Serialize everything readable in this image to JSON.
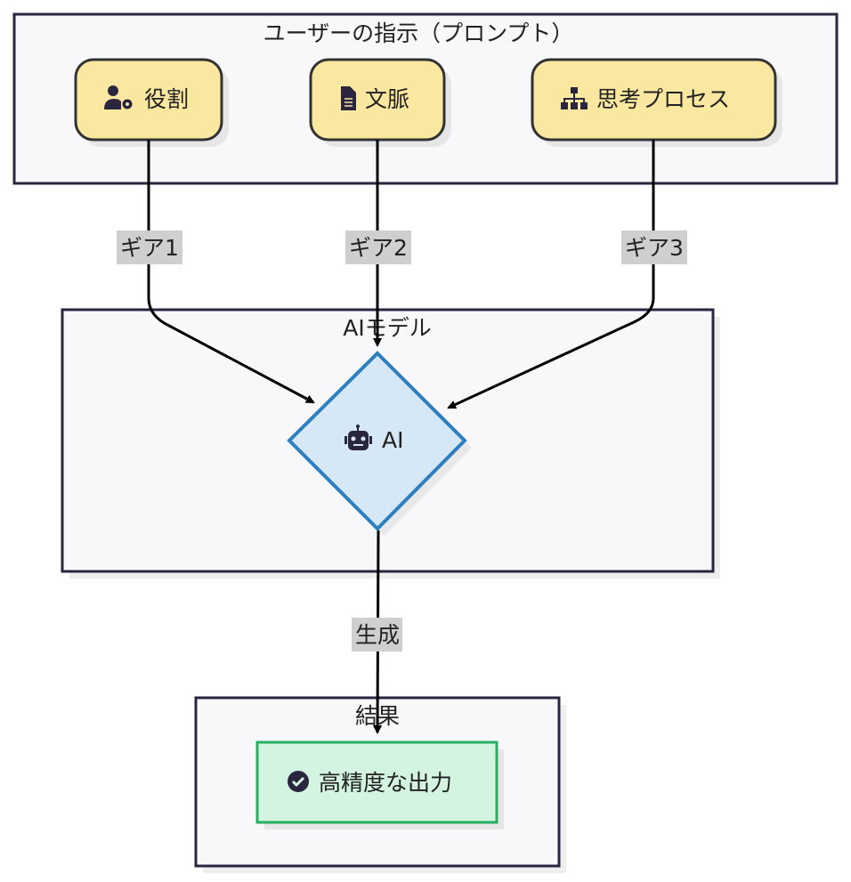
{
  "clusters": {
    "prompt": "ユーザーの指示（プロンプト）",
    "model": "AIモデル",
    "result": "結果"
  },
  "nodes": {
    "role": {
      "label": "役割",
      "icon": "user-gear-icon"
    },
    "context": {
      "label": "文脈",
      "icon": "file-lines-icon"
    },
    "thinking": {
      "label": "思考プロセス",
      "icon": "sitemap-icon"
    },
    "ai": {
      "label": "AI",
      "icon": "robot-icon"
    },
    "output": {
      "label": "高精度な出力",
      "icon": "circle-check-icon"
    }
  },
  "edges": {
    "gear1": "ギア1",
    "gear2": "ギア2",
    "gear3": "ギア3",
    "generate": "生成"
  },
  "colors": {
    "input_node": "#fae8a0",
    "ai_node": "#d6e8f6",
    "ai_border": "#2e7fbf",
    "output_node": "#d4f4e2",
    "output_border": "#27ae60",
    "cluster_fill": "#f8f8fb"
  }
}
